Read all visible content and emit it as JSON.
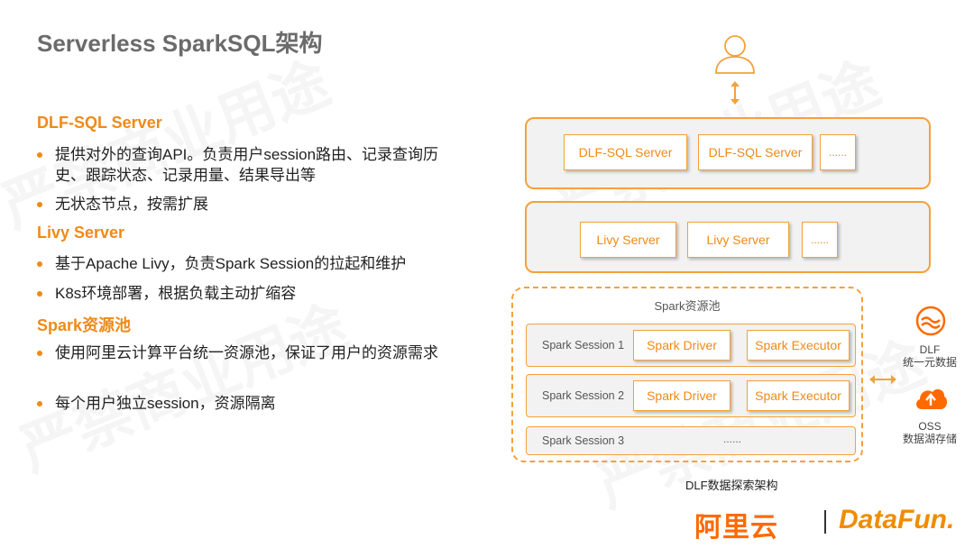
{
  "title": "Serverless SparkSQL架构",
  "sections": [
    {
      "heading": "DLF-SQL Server",
      "bullets": [
        "提供对外的查询API。负责用户session路由、记录查询历史、跟踪状态、记录用量、结果导出等",
        "无状态节点，按需扩展"
      ]
    },
    {
      "heading": "Livy Server",
      "bullets": [
        "基于Apache Livy，负责Spark Session的拉起和维护",
        "K8s环境部署，根据负载主动扩缩容"
      ]
    },
    {
      "heading": "Spark资源池",
      "bullets": [
        "使用阿里云计算平台统一资源池，保证了用户的资源需求",
        "每个用户独立session，资源隔离"
      ]
    }
  ],
  "diagram": {
    "sql_tier": [
      "DLF-SQL Server",
      "DLF-SQL Server",
      "......"
    ],
    "livy_tier": [
      "Livy Server",
      "Livy Server",
      "......"
    ],
    "pool_label": "Spark资源池",
    "sessions": [
      {
        "label": "Spark Session 1",
        "driver": "Spark Driver",
        "executor": "Spark Executor"
      },
      {
        "label": "Spark Session 2",
        "driver": "Spark Driver",
        "executor": "Spark Executor"
      },
      {
        "label": "Spark Session 3",
        "dots": "......"
      }
    ],
    "dlf_label": "DLF",
    "dlf_sub": "统一元数据",
    "oss_label": "OSS",
    "oss_sub": "数据湖存储",
    "caption": "DLF数据探索架构"
  },
  "logos": {
    "alibaba": "阿里云",
    "datafun": "DataFun."
  },
  "watermark": "严禁商业用途",
  "colors": {
    "accent": "#ef8a16",
    "border": "#f5a13a",
    "title": "#6b6b6b",
    "tier_bg": "#f2f2f2"
  }
}
